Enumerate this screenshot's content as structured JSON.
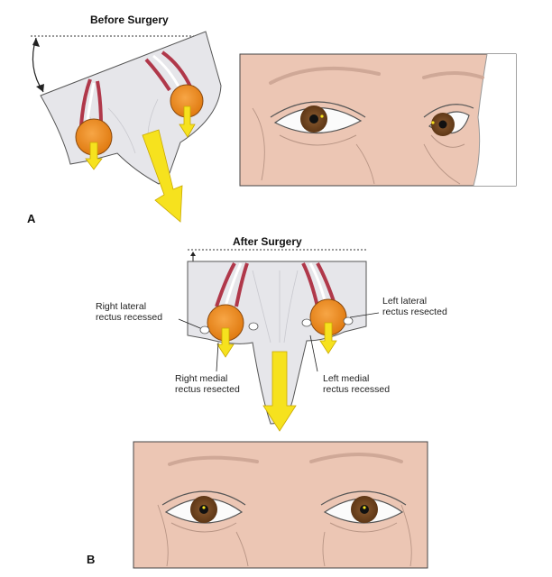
{
  "figure": {
    "panel_a": {
      "letter": "A",
      "title": "Before Surgery"
    },
    "panel_b": {
      "letter": "B",
      "title": "After Surgery",
      "annotations": {
        "right_lateral": "Right lateral\nrectus recessed",
        "left_lateral": "Left lateral\nrectus resected",
        "right_medial": "Right medial\nrectus resected",
        "left_medial": "Left medial\nrectus recessed"
      }
    }
  },
  "colors": {
    "skin": "#ecc6b4",
    "iris": "#7a4a24",
    "globe_orange": "#f08c1e",
    "arrow_yellow": "#f6e21e",
    "muscle_red": "#b0384a",
    "orbit_gray": "#e6e6ea"
  }
}
